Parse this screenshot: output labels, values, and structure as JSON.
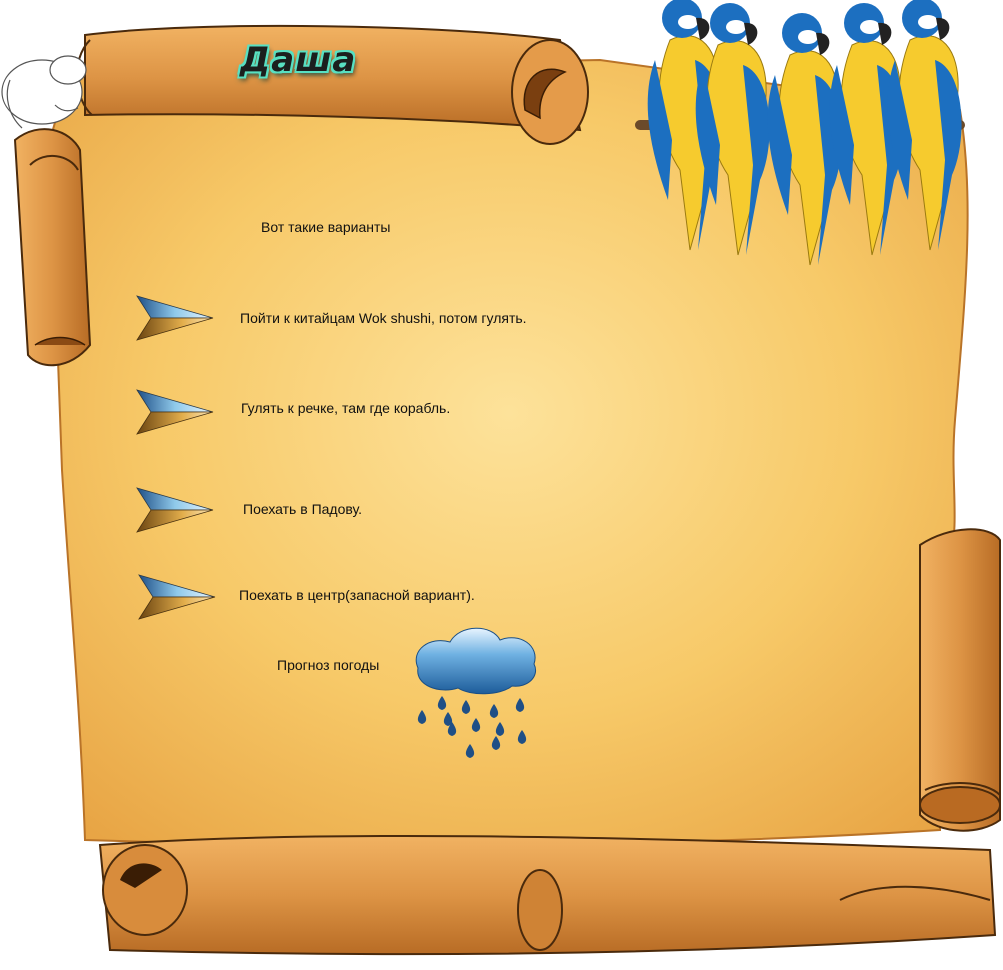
{
  "page": {
    "title": "Даша",
    "intro": "Вот такие варианты",
    "options": [
      {
        "label": "Пойти к китайцам Wok shushi, потом гулять."
      },
      {
        "label": "Гулять к речке, там где корабль."
      },
      {
        "label": "Поехать в Падову."
      },
      {
        "label": "Поехать в центр(запасной вариант)."
      }
    ],
    "weather_label": "Прогноз погоды"
  },
  "icons": {
    "bullet": "paper-plane-arrow-icon",
    "weather": "rain-cloud-icon",
    "decoration_top_right": "macaw-parrots-illustration",
    "decoration_top_left": "sketched-animal-illustration"
  },
  "colors": {
    "parchment": "#f7c968",
    "parchment_edge": "#c9812f",
    "scroll_roll": "#d98f3b",
    "title_glow": "#58e0c2",
    "cloud": "#2f78b3",
    "rain_drop": "#1f4f86",
    "parrot_blue": "#1c6fc0",
    "parrot_yellow": "#f6cb2e"
  }
}
